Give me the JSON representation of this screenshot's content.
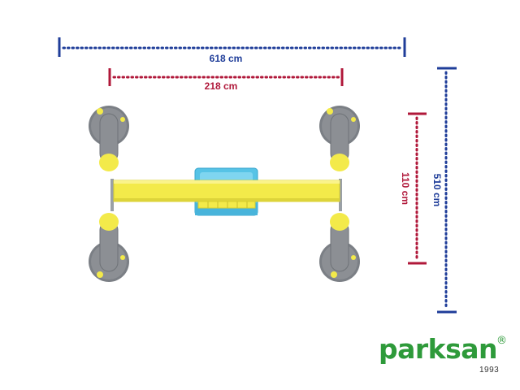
{
  "dimensions": {
    "width_overall": "618 cm",
    "width_inner": "218 cm",
    "depth_inner": "110 cm",
    "depth_overall": "510 cm"
  },
  "brand": {
    "name": "parksan",
    "registered_mark": "®",
    "year": "1993"
  },
  "colors": {
    "outer_dimension": "#1f3d99",
    "inner_dimension": "#b0183a",
    "beam": "#f3ea4a",
    "seat": "#56c3e6",
    "post": "#8c8f94",
    "brand": "#2e9a3a"
  }
}
